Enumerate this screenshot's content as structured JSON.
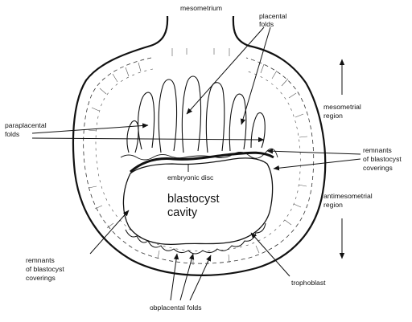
{
  "labels": {
    "mesometrium": "mesometrium",
    "placental_folds": [
      "placental",
      "folds"
    ],
    "mesometrial_region": [
      "mesometrial",
      "region"
    ],
    "paraplacental_folds": [
      "paraplacental",
      "folds"
    ],
    "remnants_right": [
      "remnants",
      "of blastocyst",
      "coverings"
    ],
    "embryonic_disc": "embryonic disc",
    "blastocyst_cavity": [
      "blastocyst",
      "cavity"
    ],
    "antimesometrial_region": [
      "antimesometrial",
      "region"
    ],
    "remnants_left": [
      "remnants",
      "of blastocyst",
      "coverings"
    ],
    "trophoblast": "trophoblast",
    "obplacental_folds": "obplacental folds"
  },
  "colors": {
    "ink": "#111111",
    "background": "#ffffff"
  }
}
